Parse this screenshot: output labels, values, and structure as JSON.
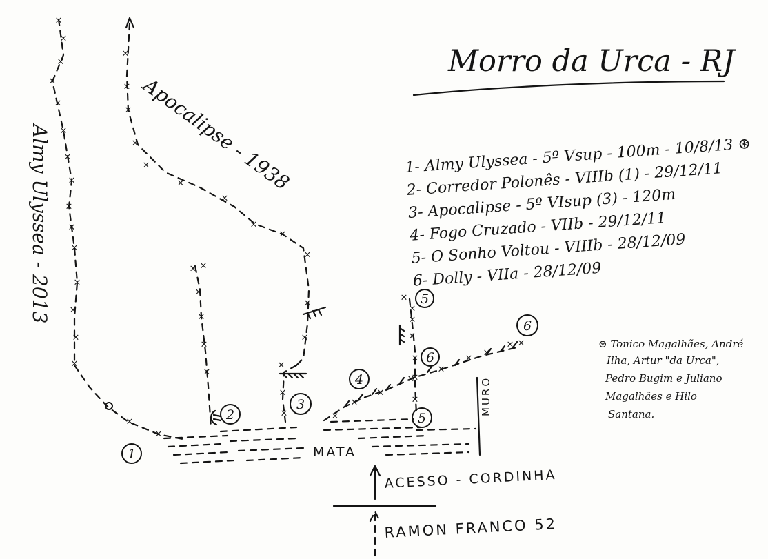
{
  "title": "Morro da Urca - RJ",
  "routes": [
    {
      "number": "1",
      "text": "1- Almy Ulyssea - 5º Vsup - 100m - 10/8/13 ⊛"
    },
    {
      "number": "2",
      "text": "2- Corredor Polonês - VIIIb (1) - 29/12/11"
    },
    {
      "number": "3",
      "text": "3- Apocalipse - 5º VIsup (3) - 120m"
    },
    {
      "number": "4",
      "text": "4- Fogo Cruzado - VIIb - 29/12/11"
    },
    {
      "number": "5",
      "text": "5- O Sonho Voltou - VIIIb - 28/12/09"
    },
    {
      "number": "6",
      "text": "6- Dolly - VIIa - 28/12/09"
    }
  ],
  "footnote_lines": [
    "⊛ Tonico Magalhães, André",
    "Ilha, Artur \"da Urca\",",
    "Pedro Bugim e Juliano",
    "Magalhães e Hilo",
    "Santana."
  ],
  "labels": {
    "route_almy": "Almy Ulyssea - 2013",
    "route_apocalipse": "Apocalipse - 1938",
    "mata": "MATA",
    "muro": "MURO",
    "acesso": "ACESSO - CORDINHA",
    "street": "RAMON FRANCO 52"
  },
  "route_markers": [
    {
      "number": "1"
    },
    {
      "number": "2"
    },
    {
      "number": "3"
    },
    {
      "number": "4"
    },
    {
      "number": "5"
    },
    {
      "number": "5"
    },
    {
      "number": "6"
    },
    {
      "number": "6"
    }
  ]
}
